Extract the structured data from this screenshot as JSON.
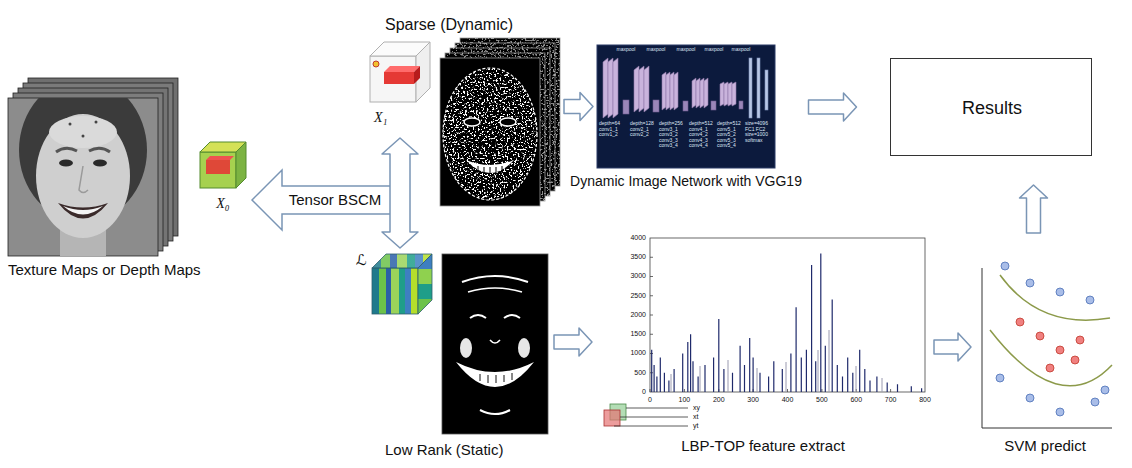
{
  "diagram": {
    "nodes": [
      {
        "text": [
          "Texture Maps or Depth Maps"
        ]
      },
      {
        "text": [
          "X₀"
        ]
      },
      {
        "text": [
          "X₁"
        ]
      },
      {
        "text": [
          "Sparse (Dynamic)"
        ]
      },
      {
        "text": [
          "ℒ"
        ]
      },
      {
        "text": [
          "Low Rank (Static)"
        ]
      },
      {
        "text": [
          "Dynamic Image Network with VGG19"
        ]
      },
      {
        "text": [
          "Results"
        ]
      },
      {
        "text": [
          "LBP-TOP feature extract"
        ]
      },
      {
        "text": [
          "SVM predict"
        ]
      }
    ],
    "edges": [
      {
        "from": 2,
        "to": 4,
        "arrow": "both"
      },
      {
        "from": 3,
        "to": 6,
        "arrow": "to"
      },
      {
        "from": 6,
        "to": 7,
        "arrow": "to"
      },
      {
        "from": 5,
        "to": 8,
        "arrow": "to"
      },
      {
        "from": 8,
        "to": 9,
        "arrow": "to"
      },
      {
        "from": 9,
        "to": 7,
        "arrow": "to"
      }
    ],
    "labels": [
      "Tensor BSCM",
      "depth=64 conv1_1 conv1_2",
      "depth=128 conv2_1 conv2_2",
      "depth=256 conv3_1 conv3_2 conv3_3 conv3_4",
      "depth=512 conv4_1 conv4_2 conv4_3 conv4_4",
      "depth=512 conv5_1 conv5_2 conv5_3 conv5_4",
      "size=4096 FC1 FC2 size=1000 softmax",
      "maxpool",
      "maxpool",
      "maxpool",
      "maxpool",
      "maxpool",
      "0",
      "500",
      "1000",
      "1500",
      "2000",
      "2500",
      "3000",
      "3500",
      "4000",
      "0",
      "100",
      "200",
      "300",
      "400",
      "500",
      "600",
      "700",
      "800",
      "xy",
      "xt",
      "yt"
    ]
  }
}
